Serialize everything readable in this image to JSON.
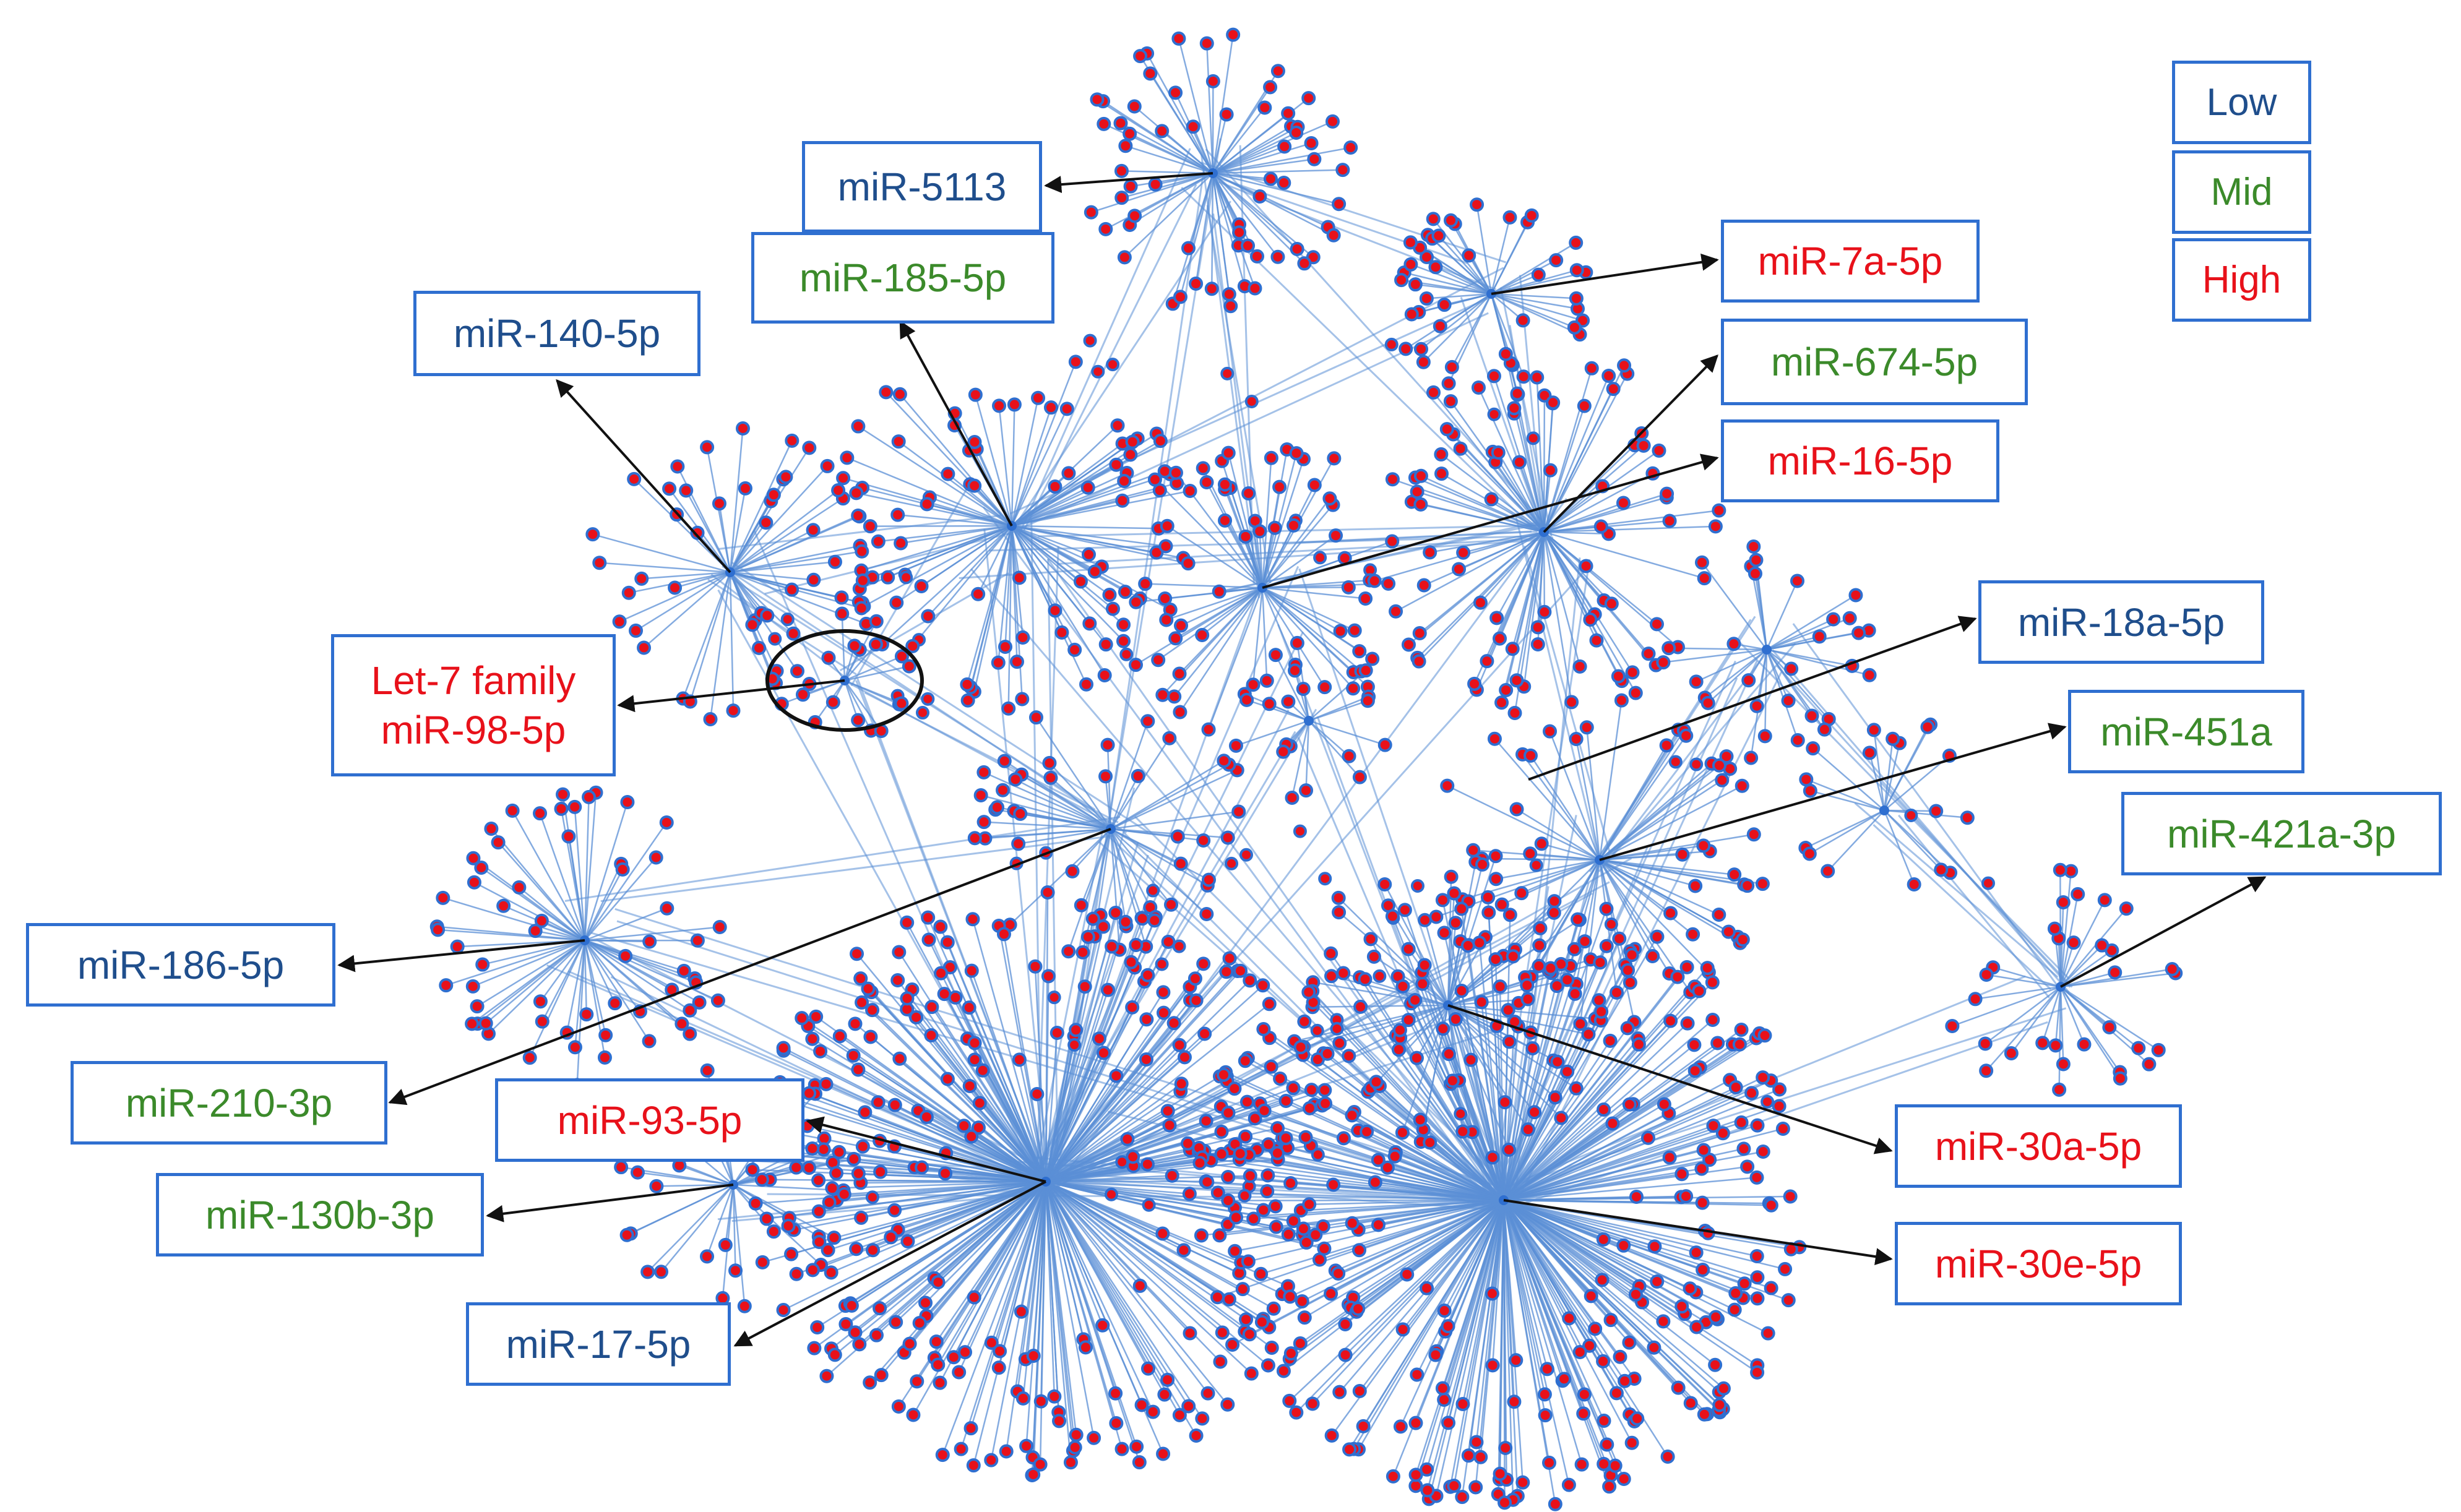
{
  "colors": {
    "low": "#1f4e8c",
    "mid": "#3b8a2a",
    "high": "#e8111a",
    "edge": "#5b8fd6",
    "node_fill": "#e8111a",
    "node_stroke": "#2f6fd0",
    "box_border": "#2f6fd0",
    "arrow": "#111111"
  },
  "legend": {
    "low": "Low",
    "mid": "Mid",
    "high": "High"
  },
  "labels": {
    "mir_5113": "miR-5113",
    "mir_185_5p": "miR-185-5p",
    "mir_140_5p": "miR-140-5p",
    "mir_7a_5p": "miR-7a-5p",
    "mir_674_5p": "miR-674-5p",
    "mir_16_5p": "miR-16-5p",
    "let7_line1": "Let-7 family",
    "let7_line2": "miR-98-5p",
    "mir_18a_5p": "miR-18a-5p",
    "mir_451a": "miR-451a",
    "mir_421a_3p": "miR-421a-3p",
    "mir_186_5p": "miR-186-5p",
    "mir_210_3p": "miR-210-3p",
    "mir_93_5p": "miR-93-5p",
    "mir_30a_5p": "miR-30a-5p",
    "mir_130b_3p": "miR-130b-3p",
    "mir_30e_5p": "miR-30e-5p",
    "mir_17_5p": "miR-17-5p"
  }
}
